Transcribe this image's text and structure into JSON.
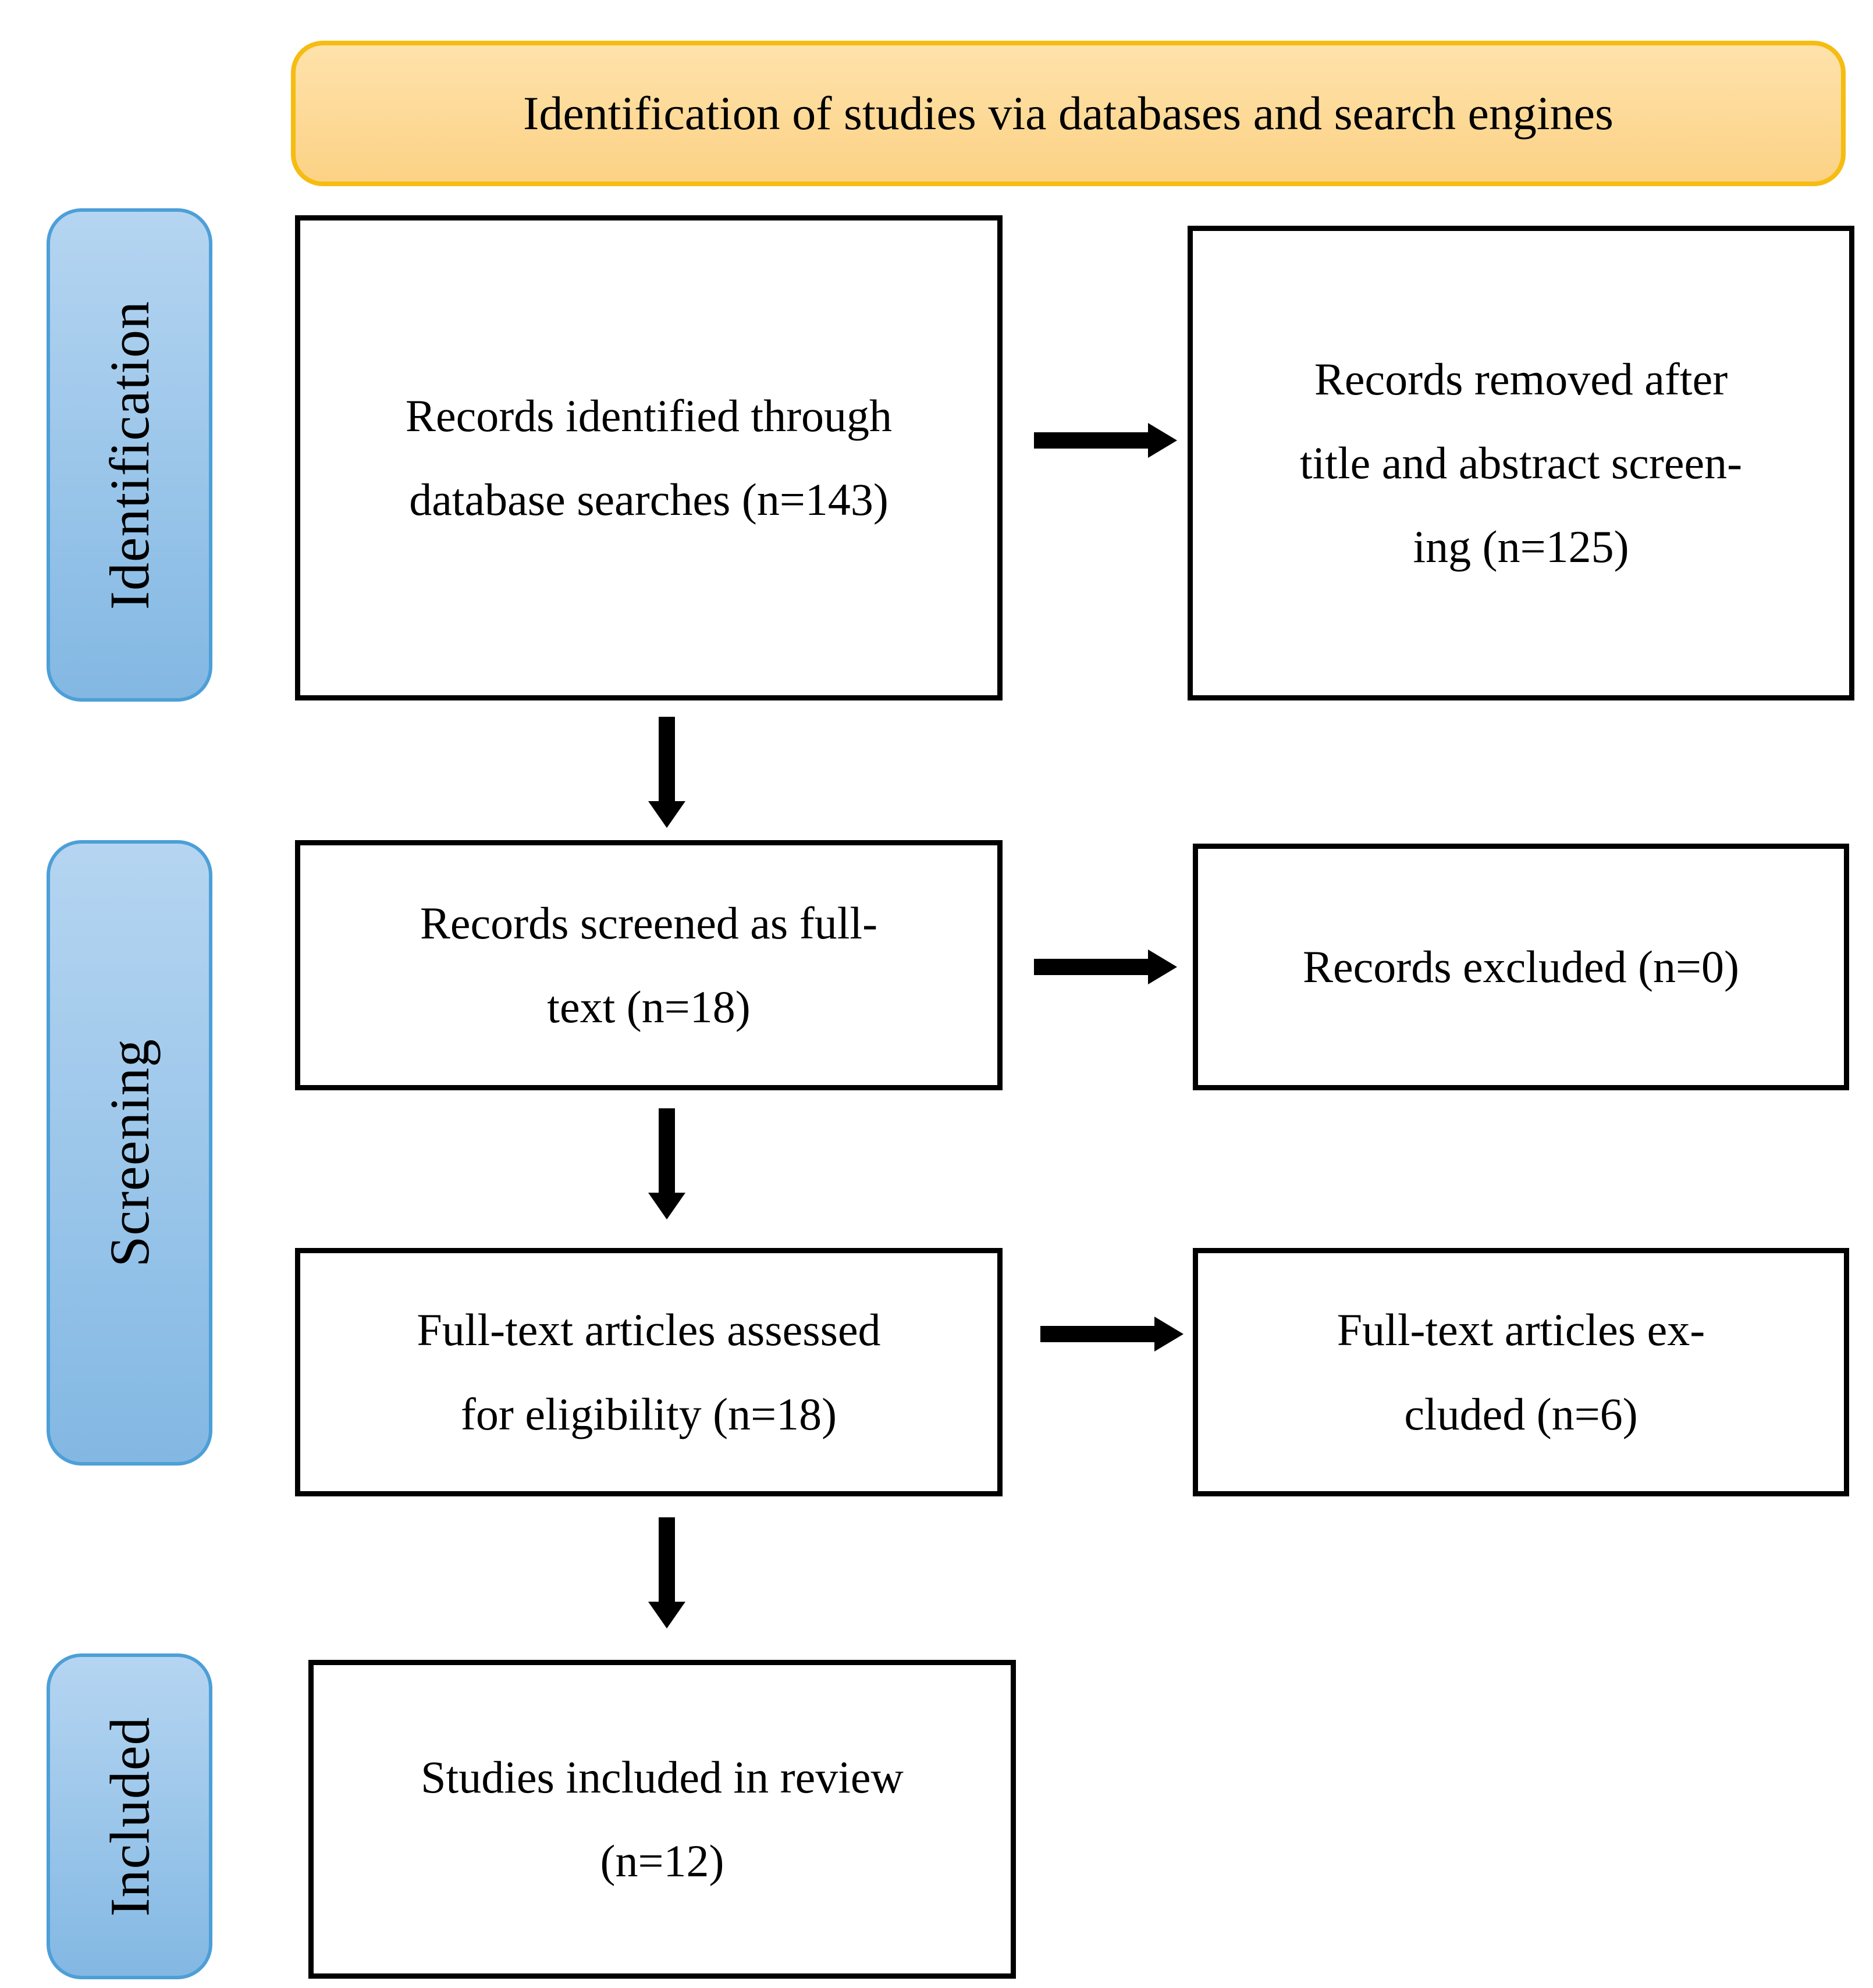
{
  "banner": {
    "title": "Identification of studies via databases and search engines"
  },
  "sidebar": [
    {
      "label": "Identification"
    },
    {
      "label": "Screening"
    },
    {
      "label": "Included"
    }
  ],
  "boxes": [
    {
      "text": "Records identified through\ndatabase searches (n=143)"
    },
    {
      "text": "Records removed after\ntitle and abstract screen-\ning (n=125)"
    },
    {
      "text": "Records screened as full-\ntext (n=18)"
    },
    {
      "text": "Records excluded (n=0)"
    },
    {
      "text": "Full-text articles assessed\nfor eligibility (n=18)"
    },
    {
      "text": "Full-text articles ex-\ncluded (n=6)"
    },
    {
      "text": "Studies included in review\n(n=12)"
    }
  ],
  "colors": {
    "banner_border": "#F5BC11",
    "banner_fill_top": "#FEE2AB",
    "banner_fill_bottom": "#FCD285",
    "stage_border": "#4D9FD7",
    "stage_fill_top": "#B5D5F1",
    "stage_fill_bottom": "#83B8E3",
    "box_border": "#000000",
    "arrow": "#000000",
    "text": "#000000"
  }
}
